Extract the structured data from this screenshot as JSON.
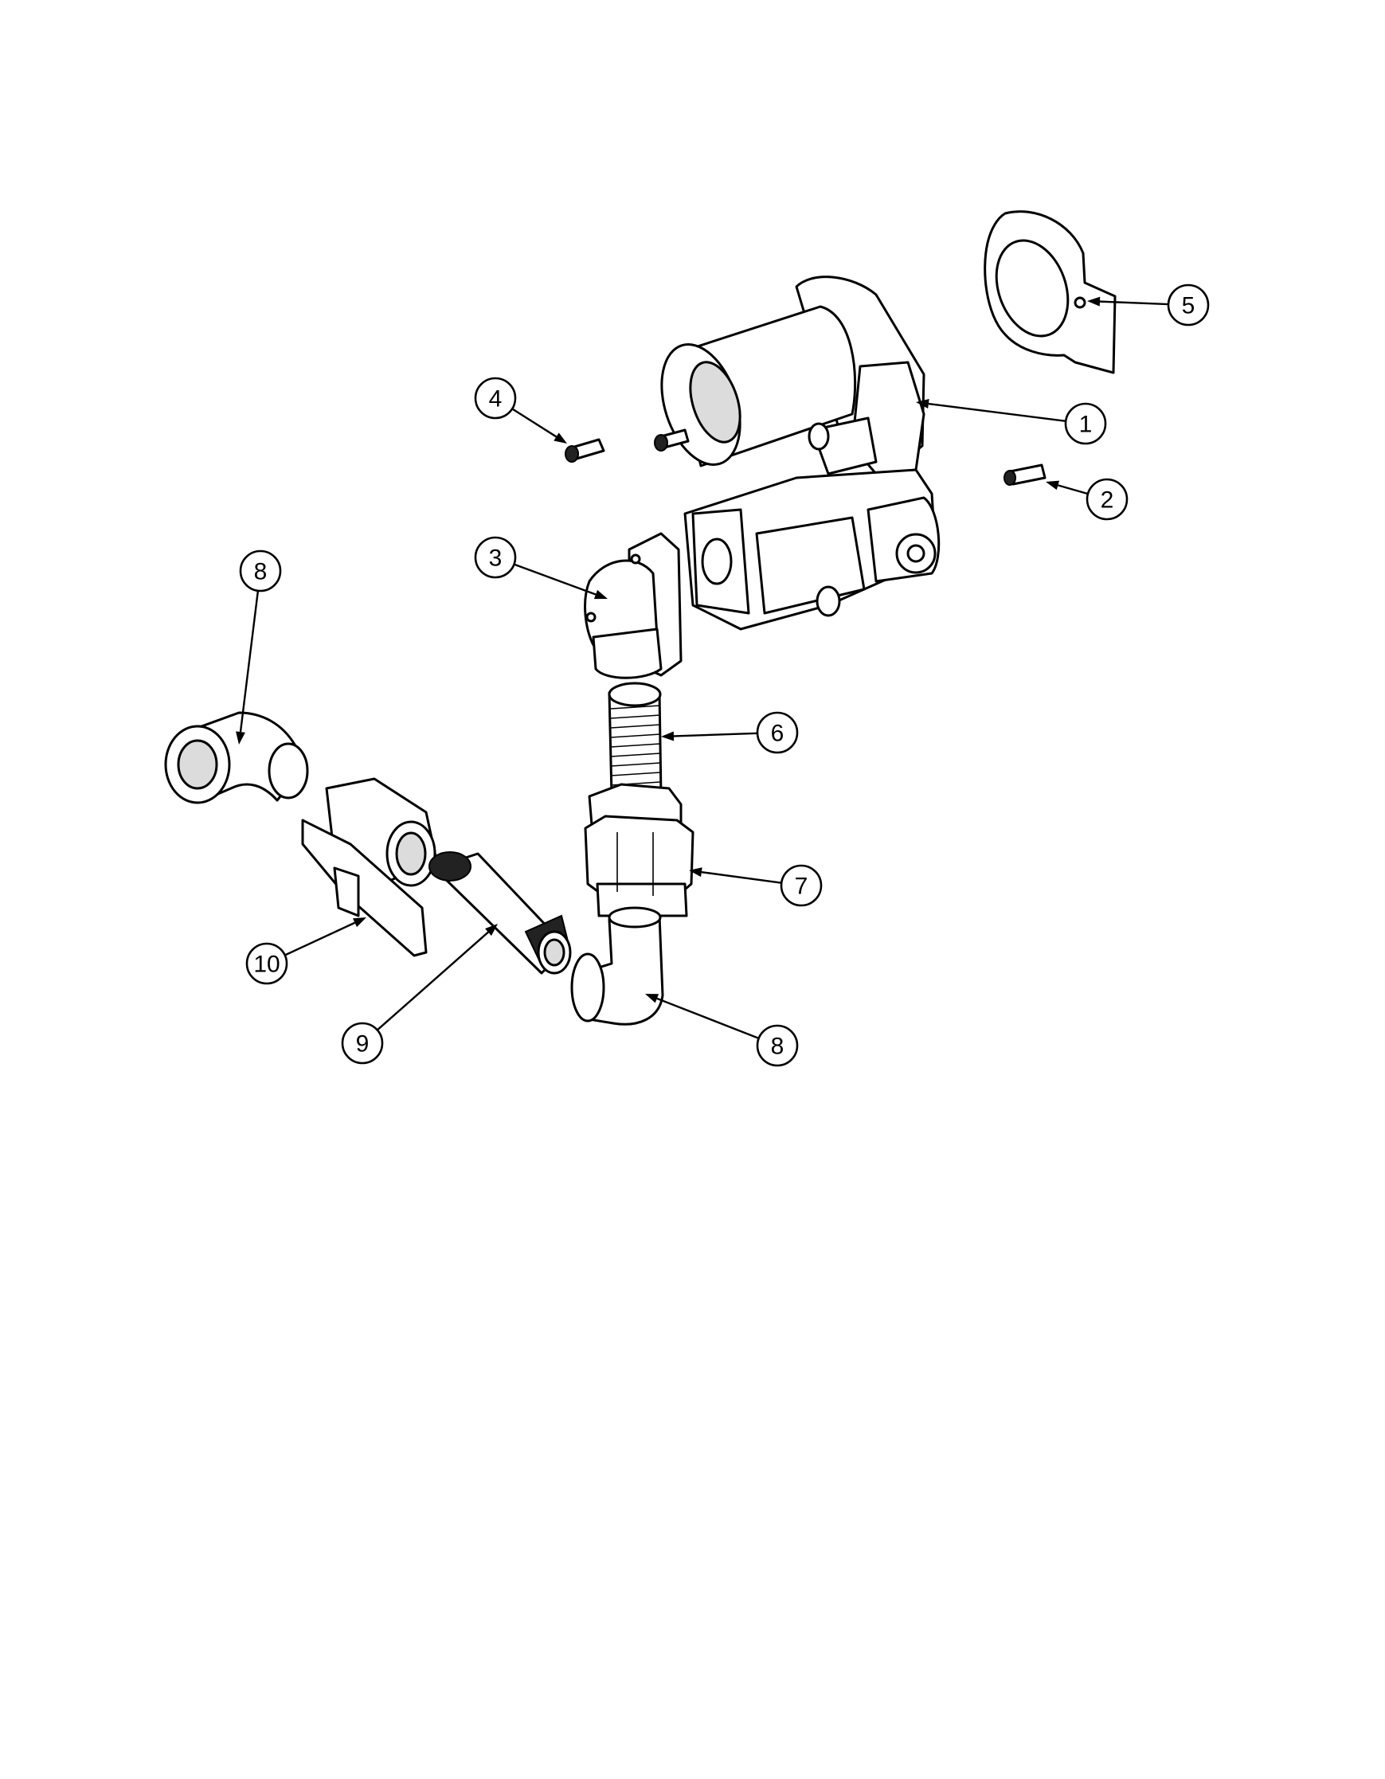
{
  "callouts": [
    {
      "id": "c1",
      "label": "1"
    },
    {
      "id": "c2",
      "label": "2"
    },
    {
      "id": "c3",
      "label": "3"
    },
    {
      "id": "c4",
      "label": "4"
    },
    {
      "id": "c5",
      "label": "5"
    },
    {
      "id": "c6",
      "label": "6"
    },
    {
      "id": "c7",
      "label": "7"
    },
    {
      "id": "c8a",
      "label": "8"
    },
    {
      "id": "c8b",
      "label": "8"
    },
    {
      "id": "c9",
      "label": "9"
    },
    {
      "id": "c10",
      "label": "10"
    }
  ]
}
